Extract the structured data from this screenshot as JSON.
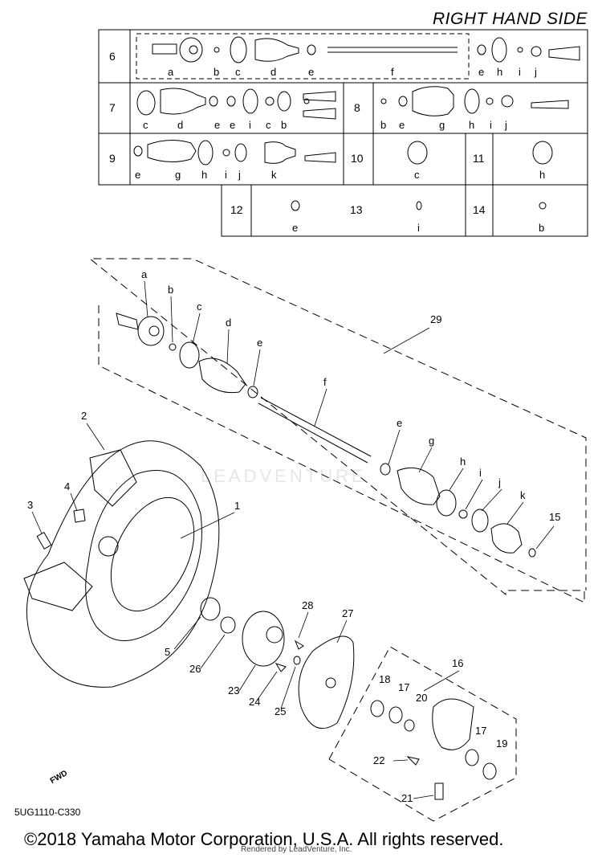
{
  "header": {
    "title": "RIGHT HAND SIDE"
  },
  "table": {
    "rows": [
      {
        "no": "6",
        "parts": [
          "a",
          "b",
          "c",
          "d",
          "e",
          "f",
          "e",
          "h",
          "i",
          "j"
        ]
      },
      {
        "no": "7",
        "parts": [
          "c",
          "d",
          "e",
          "e",
          "i",
          "c",
          "b"
        ]
      },
      {
        "no": "8",
        "parts": [
          "b",
          "e",
          "g",
          "h",
          "i",
          "j"
        ]
      },
      {
        "no": "9",
        "parts": [
          "e",
          "g",
          "h",
          "i",
          "j",
          "k"
        ]
      },
      {
        "no": "10",
        "parts": [
          "c"
        ]
      },
      {
        "no": "11",
        "parts": [
          "h"
        ]
      },
      {
        "no": "12",
        "parts": [
          "e"
        ]
      },
      {
        "no": "13",
        "parts": [
          "i"
        ]
      },
      {
        "no": "14",
        "parts": [
          "b"
        ]
      }
    ]
  },
  "shaft_labels": [
    "a",
    "b",
    "c",
    "d",
    "e",
    "f",
    "e",
    "g",
    "h",
    "i",
    "j",
    "k"
  ],
  "callouts": [
    "1",
    "2",
    "3",
    "4",
    "5",
    "15",
    "16",
    "17",
    "17",
    "18",
    "19",
    "20",
    "21",
    "22",
    "23",
    "24",
    "25",
    "26",
    "27",
    "28",
    "29"
  ],
  "watermark": "LEADVENTURE",
  "fwd_label": "FWD",
  "diagram_code": "5UG1110-C330",
  "copyright": "©2018 Yamaha Motor Corporation, U.S.A. All rights reserved.",
  "rendered_by": "Rendered by LeadVenture, Inc."
}
